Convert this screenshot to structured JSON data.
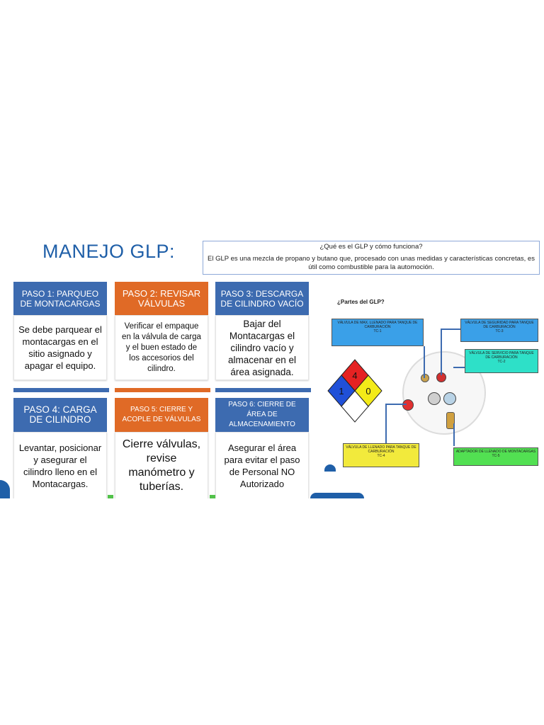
{
  "title": "MANEJO GLP:",
  "glp_info": {
    "question": "¿Qué es el GLP y cómo funciona?",
    "answer": "El GLP es una mezcla de propano y butano que, procesado con unas medidas y características concretas, es útil como combustible para la automoción."
  },
  "steps": [
    {
      "header": "PASO 1: PARQUEO DE MONTACARGAS",
      "body": "Se debe parquear el montacargas en el sitio asignado y apagar el equipo.",
      "color": "#3d6bb0"
    },
    {
      "header": "PASO 2: REVISAR VÁLVULAS",
      "body": "Verificar el empaque en la válvula de carga y el buen estado de los accesorios del cilindro.",
      "color": "#e06a26"
    },
    {
      "header": "PASO 3: DESCARGA DE CILINDRO VACÍO",
      "body": "Bajar del Montacargas el cilindro vacío y almacenar en el área asignada.",
      "color": "#3d6bb0"
    },
    {
      "header": "PASO 4: CARGA DE CILINDRO",
      "body": "Levantar, posicionar y asegurar el cilindro lleno en el Montacargas.",
      "color": "#3d6bb0"
    },
    {
      "header": "PASO 5: CIERRE Y ACOPLE DE VÁLVULAS",
      "body": "Cierre válvulas, revise manómetro y tuberías.",
      "color": "#e06a26"
    },
    {
      "header": "PASO 6: CIERRE DE ÁREA DE ALMACENAMIENTO",
      "body": "Asegurar el área para evitar el paso de Personal NO Autorizado",
      "color": "#3d6bb0"
    }
  ],
  "parts": {
    "title": "¿Partes del GLP?",
    "labels": [
      {
        "text": "VÁLVULA DE MAX. LLENADO PARA TANQUE DE CARBURACIÓN",
        "code": "TC-1",
        "color": "#3aa0e8"
      },
      {
        "text": "VÁLVULA DE SEGURIDAD PARA TANQUE DE CARBURACIÓN",
        "code": "TC-3",
        "color": "#3aa0e8"
      },
      {
        "text": "VÁLVULA DE SERVICIO PARA TANQUE DE CARBURACIÓN",
        "code": "TC-2",
        "color": "#2ee0c8"
      },
      {
        "text": "VÁLVULA DE LLENADO PARA TANQUE DE CARBURACIÓN",
        "code": "TC-4",
        "color": "#f2ea3c"
      },
      {
        "text": "ADAPTADOR DE LLENADO DE MONTACARGAS",
        "code": "TC-5",
        "color": "#52e052"
      }
    ]
  },
  "nfpa_diamond": {
    "top": "4",
    "left": "1",
    "right": "0",
    "bottom": ""
  }
}
